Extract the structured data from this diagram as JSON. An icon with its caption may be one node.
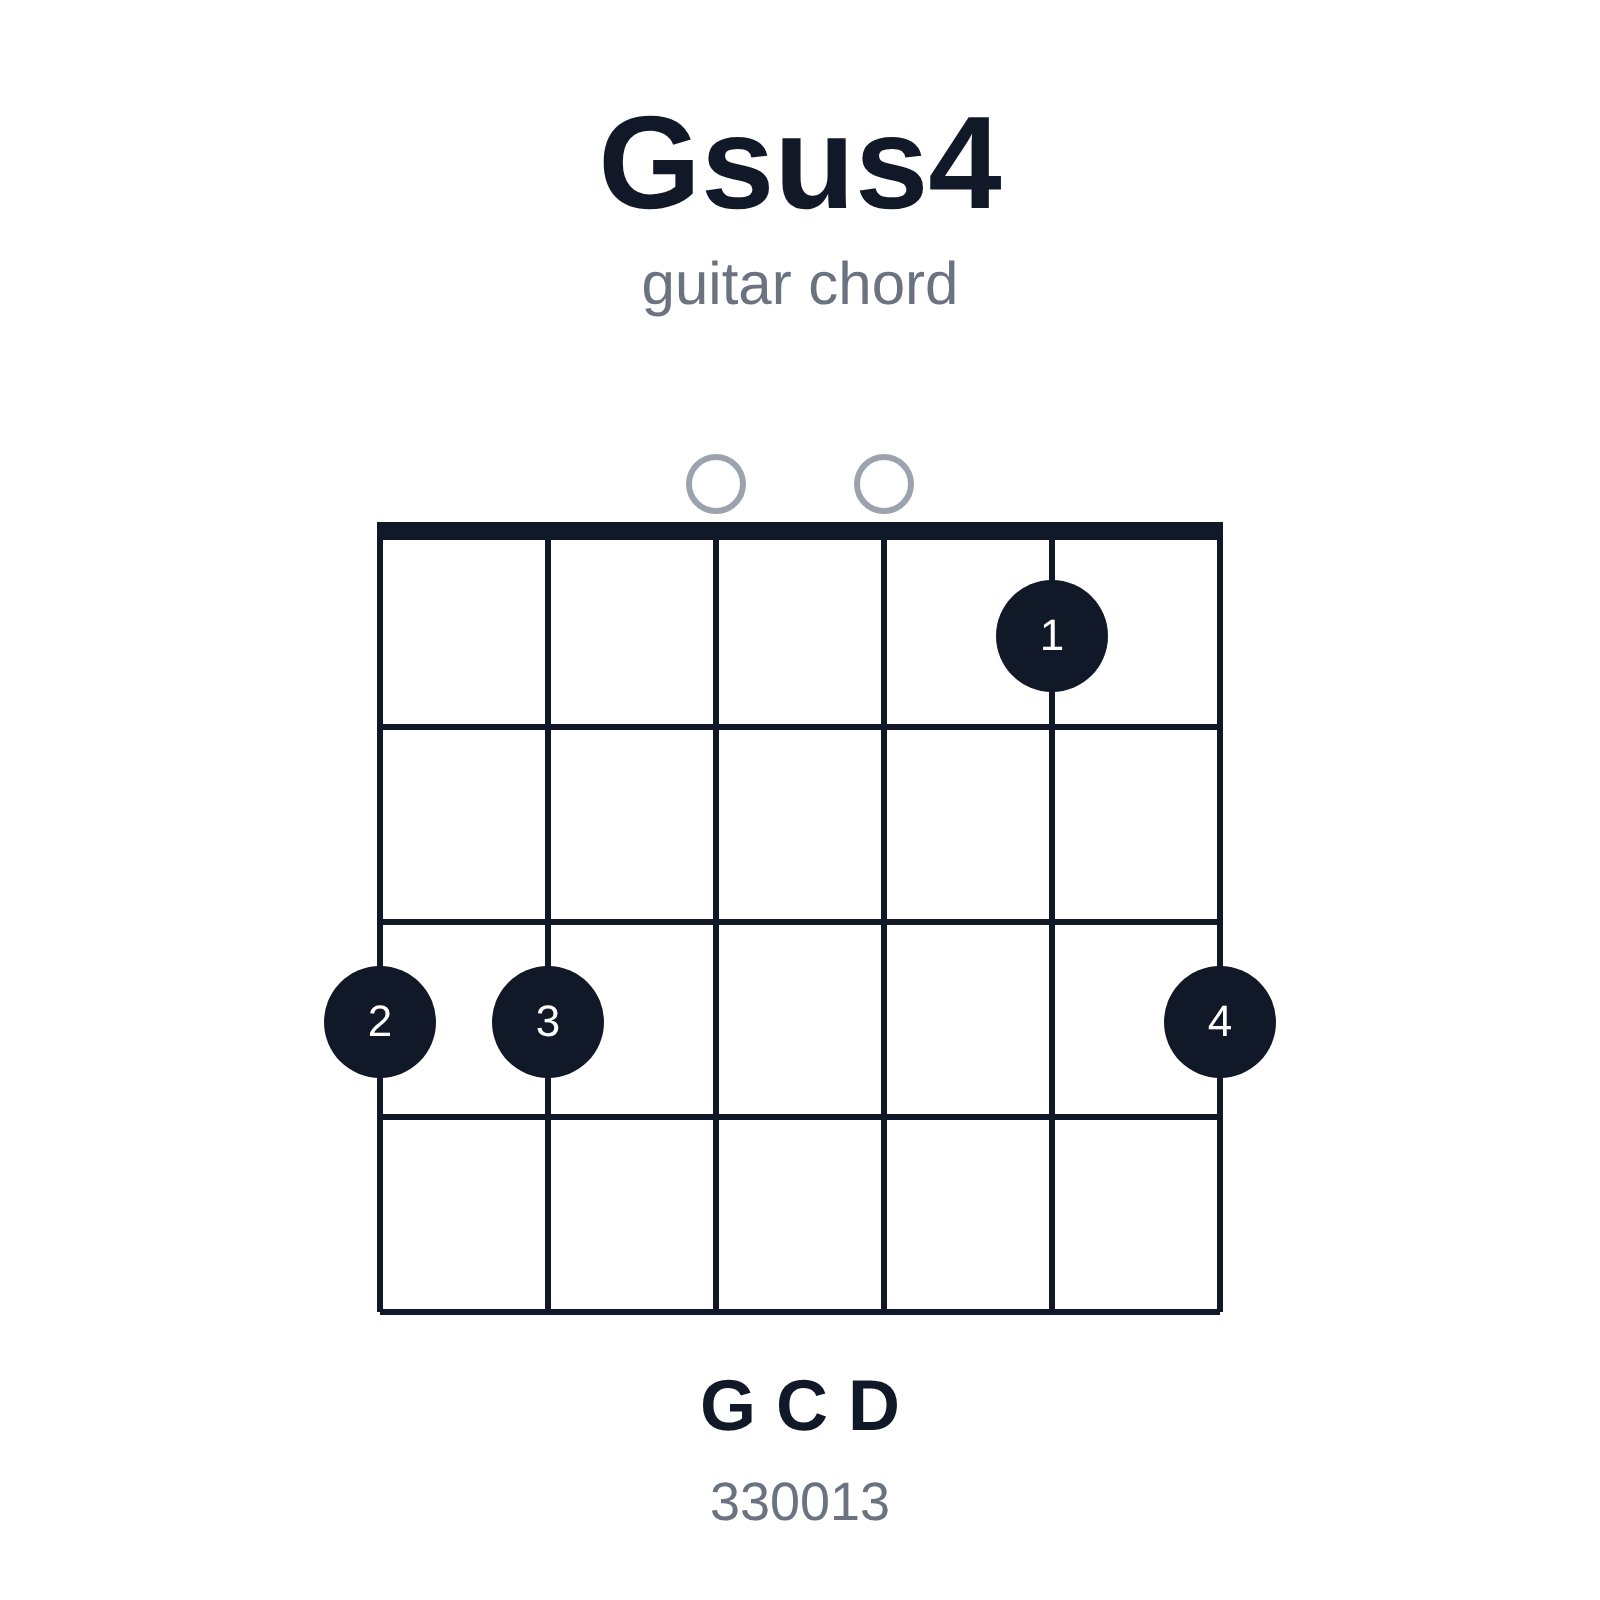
{
  "diagram": {
    "title": "Gsus4",
    "nodes": [
      {
        "text": [],
        "shape": "circle"
      },
      {
        "text": [],
        "shape": "circle"
      },
      {
        "text": [
          "1"
        ]
      },
      {
        "text": [
          "2"
        ]
      },
      {
        "text": [
          "3"
        ]
      },
      {
        "text": [
          "4"
        ]
      }
    ],
    "labels": [
      "guitar chord",
      "G C D",
      "330013"
    ]
  }
}
